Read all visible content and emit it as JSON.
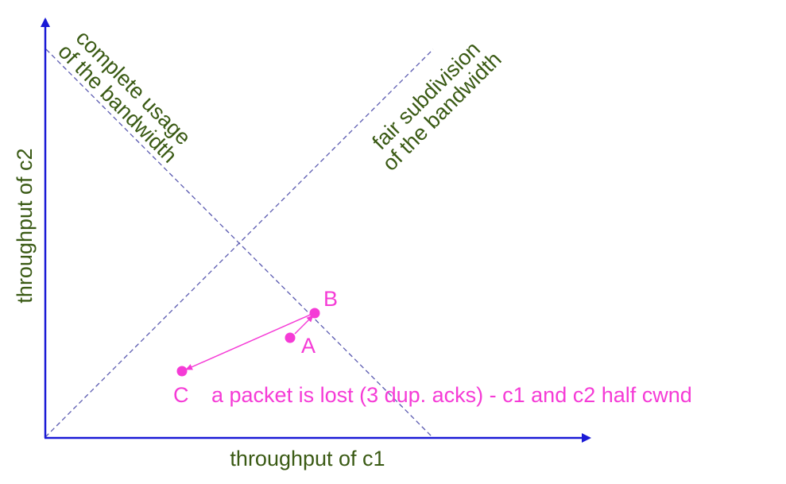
{
  "axes": {
    "x_label": "throughput of c1",
    "y_label": "throughput of c2"
  },
  "lines": {
    "complete_usage": [
      "complete usage",
      "of the bandwidth"
    ],
    "fair_subdivision": [
      "fair subdivision",
      "of the bandwidth"
    ]
  },
  "points": {
    "a": "A",
    "b": "B",
    "c": "C"
  },
  "annotation": "a packet is lost (3 dup. acks) - c1 and c2 half cwnd",
  "colors": {
    "axis": "#1a1ad6",
    "guide": "#5a5ab0",
    "label_green": "#3a5a14",
    "magenta": "#f53bd6"
  }
}
